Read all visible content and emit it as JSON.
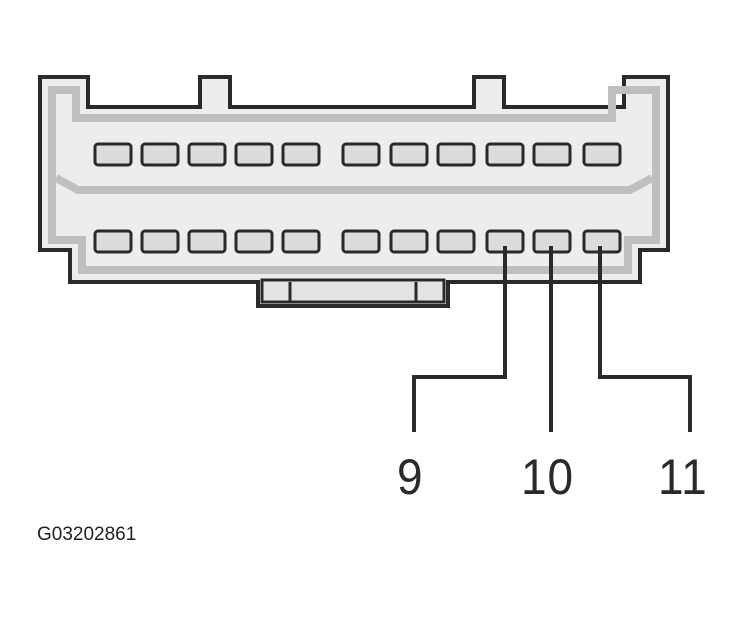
{
  "connector": {
    "pin_rows": [
      {
        "row": "top",
        "pin_count": 11
      },
      {
        "row": "bottom",
        "pin_count": 11
      }
    ],
    "callouts": [
      {
        "label": "9"
      },
      {
        "label": "10"
      },
      {
        "label": "11"
      }
    ]
  },
  "figure_id": "G03202861",
  "colors": {
    "outline": "#2a2a2a",
    "body_fill": "#ededed",
    "shadow": "#bfbfbf",
    "pin_fill": "#dcdcdc",
    "background": "#ffffff"
  }
}
